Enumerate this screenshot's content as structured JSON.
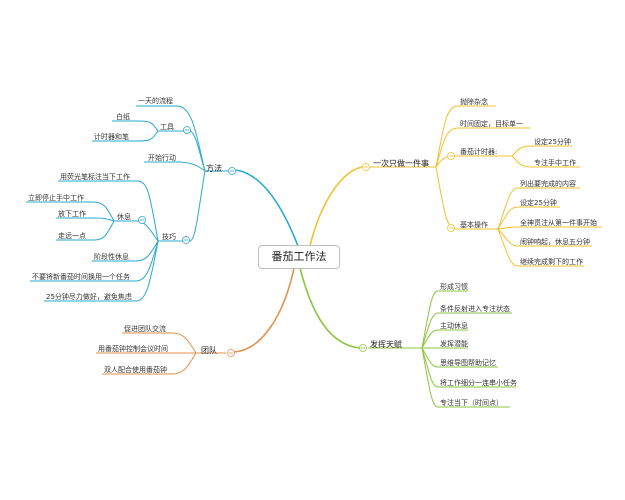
{
  "root": "番茄工作法",
  "branches": {
    "method": {
      "label": "方法",
      "color": "#2aa9cf",
      "items": {
        "day_flow": "一天的流程",
        "tools": {
          "label": "工具",
          "items": [
            "白纸",
            "计时器和笔"
          ]
        },
        "start_action": "开始行动",
        "skills": {
          "label": "技巧",
          "items": {
            "highlighter": "用荧光笔标注当下工作",
            "rest": {
              "label": "休息",
              "items": [
                "立即停止手中工作",
                "放下工作",
                "走远一点"
              ]
            },
            "phase_rest": "阶段性休息",
            "no_change": "不要将新番茄时间换用一个任务",
            "focus_25": "25分钟尽力做好，避免焦虑"
          }
        }
      }
    },
    "team": {
      "label": "团队",
      "color": "#e3914e",
      "items": [
        "促进团队交流",
        "用番茄钟控制会议时间",
        "双人配合使用番茄钟"
      ]
    },
    "one_thing": {
      "label": "一次只做一件事",
      "color": "#f2c12e",
      "items": {
        "clear_mind": "抛除杂念",
        "fixed_time": "时间固定，目标单一",
        "timer": {
          "label": "番茄计时器:",
          "items": [
            "设定25分钟",
            "专注手中工作"
          ]
        },
        "basic": {
          "label": "基本操作",
          "items": [
            "列出要完成的内容",
            "设定25分钟",
            "全神贯注从第一件事开始",
            "闹钟响起，休息五分钟",
            "继续完成剩下的工作"
          ]
        }
      }
    },
    "talent": {
      "label": "发挥天赋",
      "color": "#8cc63f",
      "items": [
        "形成习惯",
        "条件反射进入专注状态",
        "主动休息",
        "发挥潜能",
        "思维导图帮助记忆",
        "将工作细分一连串小任务",
        "专注当下（时间点）"
      ]
    }
  }
}
